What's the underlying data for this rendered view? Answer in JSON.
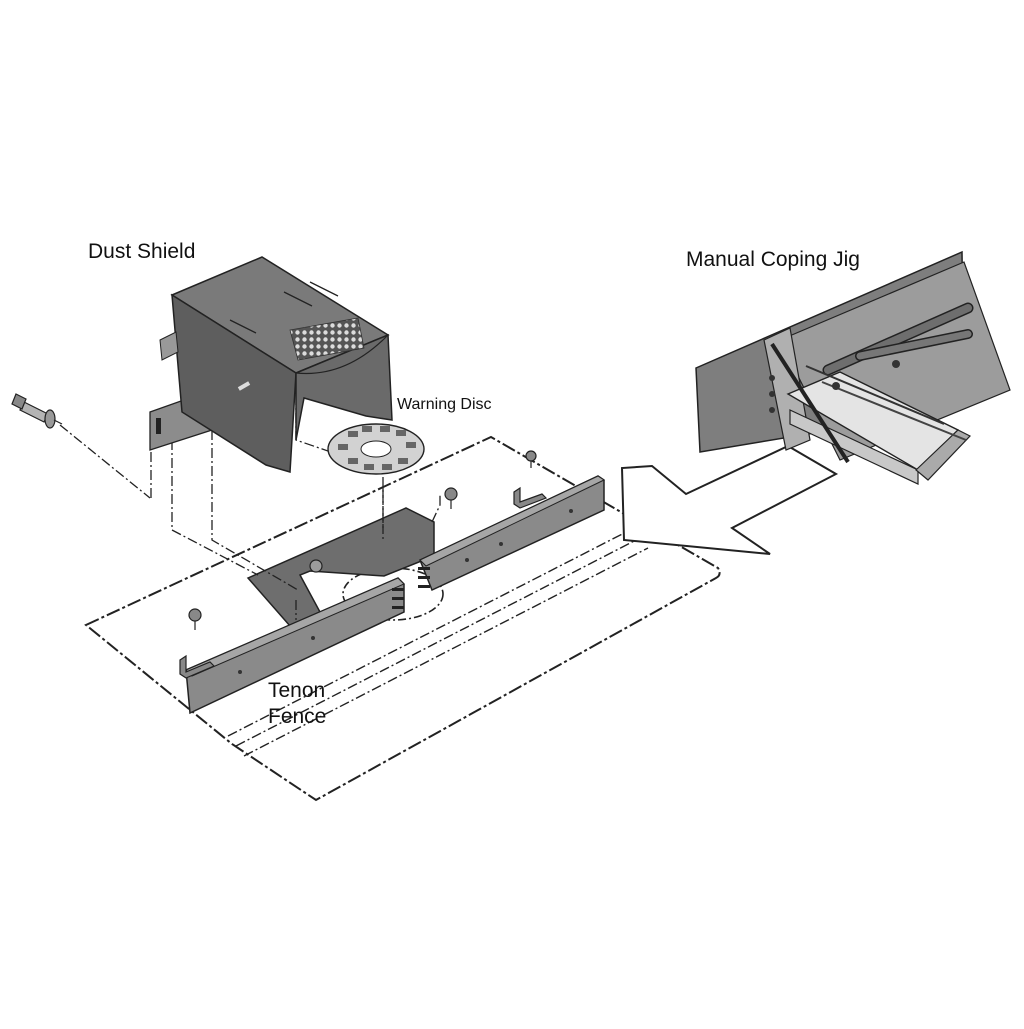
{
  "labels": {
    "dust_shield": "Dust Shield",
    "manual_coping_jig": "Manual Coping Jig",
    "warning_disc": "Warning Disc",
    "tenon": "Tenon",
    "fence": "Fence"
  },
  "colors": {
    "metal_dark": "#5e5e5e",
    "metal_mid": "#7a7a7a",
    "metal_light": "#9c9c9c",
    "line": "#222222",
    "background": "#ffffff"
  }
}
